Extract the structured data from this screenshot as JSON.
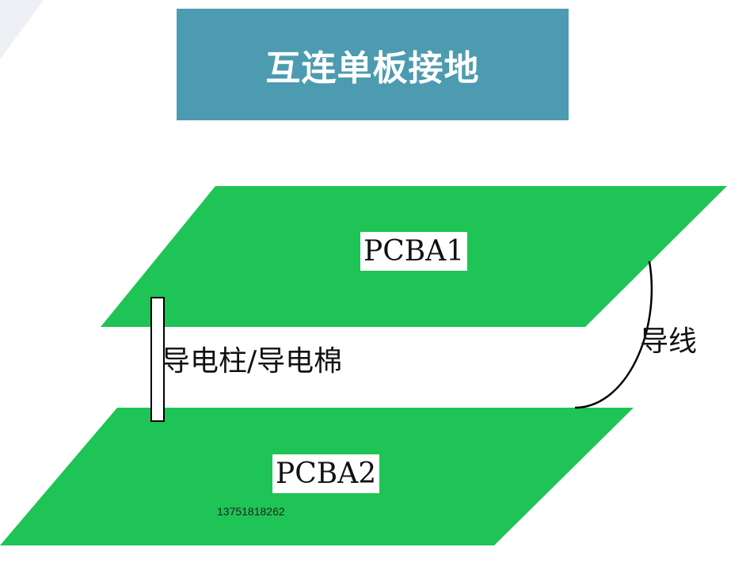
{
  "title": "互连单板接地",
  "boards": [
    {
      "label": "PCBA1",
      "color": "#1ec455"
    },
    {
      "label": "PCBA2",
      "color": "#1ec455"
    }
  ],
  "connectors": {
    "standoff_label": "导电柱/导电棉",
    "wire_label": "导线"
  },
  "watermark": "13751818262",
  "colors": {
    "banner": "#4d9bb0",
    "board": "#1ec455",
    "line": "#000000"
  }
}
